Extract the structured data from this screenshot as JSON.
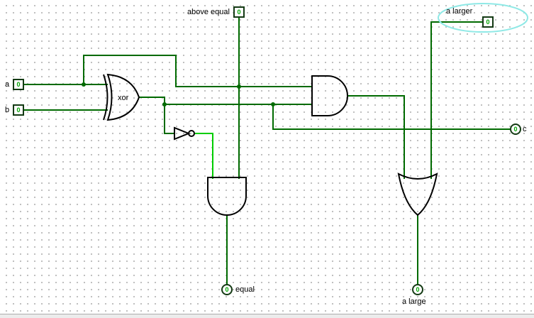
{
  "colors": {
    "wire_low": "#006a00",
    "wire_high": "#00cd00",
    "gate_outline": "#000000",
    "pin_border": "#143a14",
    "pin_value": "#00a400",
    "grid_dot": "#bdbdbd",
    "annotation_ellipse": "#8fe9e6"
  },
  "pins": {
    "a": {
      "label": "a",
      "value": "0",
      "kind": "input"
    },
    "b": {
      "label": "b",
      "value": "0",
      "kind": "input"
    },
    "above_equal": {
      "label": "above equal",
      "value": "0",
      "kind": "input"
    },
    "a_larger": {
      "label": "a larger",
      "value": "0",
      "kind": "input"
    },
    "c": {
      "label": "c",
      "value": "0",
      "kind": "output"
    },
    "equal": {
      "label": "equal",
      "value": "0",
      "kind": "output"
    },
    "a_large": {
      "label": "a large",
      "value": "0",
      "kind": "output"
    }
  },
  "gates": {
    "xor_label": "xor"
  }
}
